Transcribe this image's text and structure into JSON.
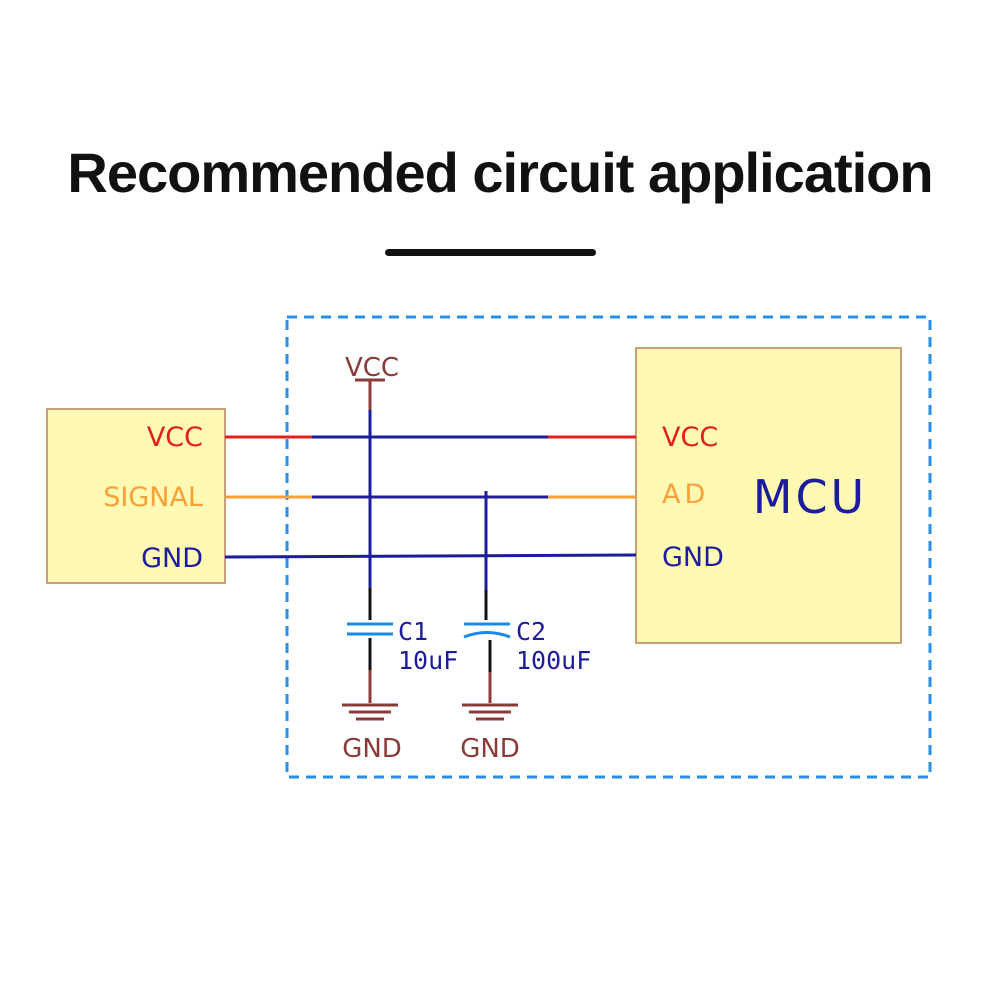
{
  "title": "Recommended circuit application",
  "colors": {
    "vcc": "#e0201b",
    "signal": "#f5a13a",
    "wire": "#1c1c9c",
    "power_symbol": "#8b3a3a",
    "capacitor": "#1e88e5",
    "box_fill": "#fff9b3",
    "box_stroke": "#c7a07a",
    "dashed_border": "#2b8fe8",
    "black": "#111111"
  },
  "sensor": {
    "pins": {
      "vcc": "VCC",
      "signal": "SIGNAL",
      "gnd": "GND"
    }
  },
  "mcu": {
    "label": "MCU",
    "pins": {
      "vcc": "VCC",
      "ad": "AD",
      "gnd": "GND"
    }
  },
  "power": {
    "vcc_label": "VCC",
    "gnd1_label": "GND",
    "gnd2_label": "GND"
  },
  "capacitors": [
    {
      "ref": "C1",
      "value": "10uF"
    },
    {
      "ref": "C2",
      "value": "100uF"
    }
  ]
}
